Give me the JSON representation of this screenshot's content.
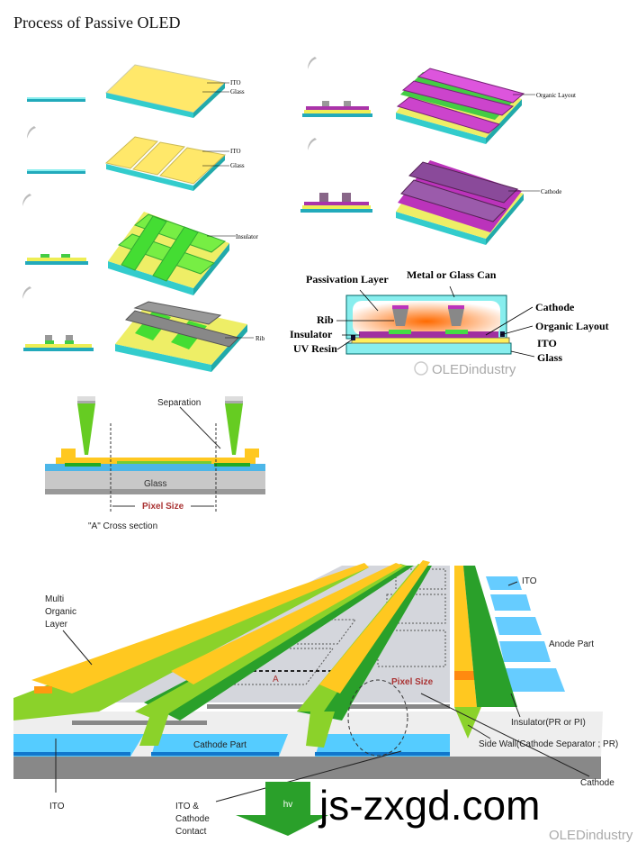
{
  "title": "Process of Passive OLED",
  "steps": {
    "s1": {
      "ito": "ITO",
      "glass": "Glass"
    },
    "s2": {
      "ito": "ITO",
      "glass": "Glass"
    },
    "s3": {
      "insulator": "Insulator"
    },
    "s4": {
      "rib": "Rib"
    },
    "s5": {
      "organic": "Organic Layout"
    },
    "s6": {
      "cathode": "Cathode"
    }
  },
  "encapsulation": {
    "passivation": "Passivation Layer",
    "can": "Metal or Glass Can",
    "rib": "Rib",
    "insulator": "Insulator",
    "uv_resin": "UV Resin",
    "cathode": "Cathode",
    "organic": "Organic Layout",
    "ito": "ITO",
    "glass": "Glass",
    "watermark": "OLEDindustry"
  },
  "cross_section": {
    "separation": "Separation",
    "glass": "Glass",
    "pixel_size": "Pixel Size",
    "caption": "\"A\" Cross section"
  },
  "perspective": {
    "multi_organic": [
      "Multi",
      "Organic",
      "Layer"
    ],
    "ito_top": "ITO",
    "anode_part": "Anode Part",
    "a_marker": "A",
    "pixel_size": "Pixel Size",
    "insulator": "Insulator(PR or PI)",
    "side_wall": "Side Wall(Cathode Separator ; PR)",
    "cathode_part": "Cathode Part",
    "ito_bottom": "ITO",
    "hv": "hv",
    "contact": [
      "ITO & ",
      "Cathode",
      "Contact"
    ],
    "cathode_label": "Cathode",
    "watermark": "OLEDindustry"
  },
  "site_watermark": "js-zxgd.com"
}
